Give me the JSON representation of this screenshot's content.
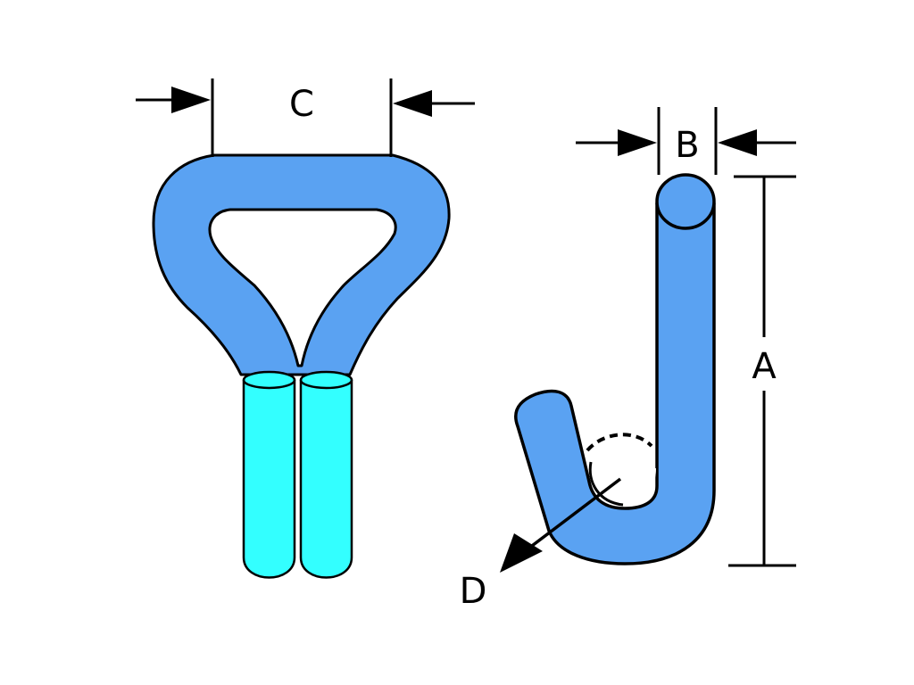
{
  "labels": {
    "c": "C",
    "b": "B",
    "a": "A",
    "d": "D"
  },
  "colors": {
    "hook_body": "#5aa2f2",
    "tube": "#33ffff",
    "outline": "#000000",
    "background": "#ffffff"
  }
}
